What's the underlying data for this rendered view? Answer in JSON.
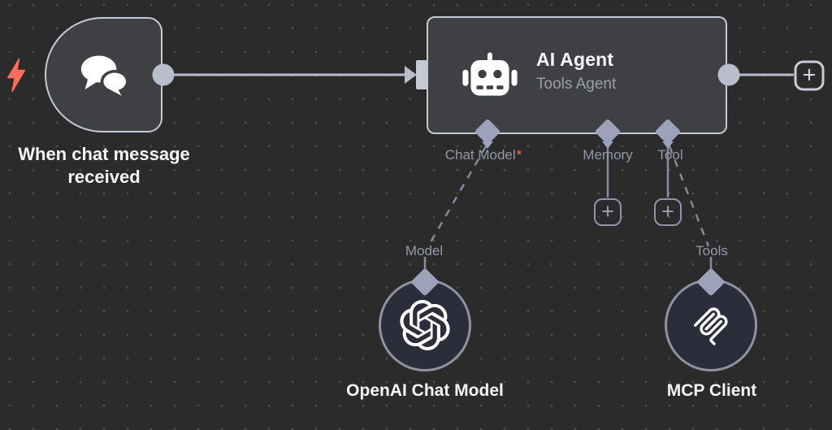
{
  "app": "workflow-canvas",
  "colors": {
    "background": "#2b2b2c",
    "grid_dot": "#4e4e4e",
    "node_fill": "#3f4043",
    "node_border": "#c3c9d5",
    "link": "#b9bfca",
    "sub_link": "#848aa0",
    "connector": "#9ca2ba",
    "connector_label": "#9298a8",
    "node_text": "#f3f4f6",
    "subtitle_text": "#9aa0aa",
    "circle_node_fill": "#2c2d3a",
    "accent_red": "#ff6d5a"
  },
  "ui": {
    "plus": "+"
  },
  "nodes": {
    "chat_trigger": {
      "label": "When chat message received",
      "icon": "chat-bubbles"
    },
    "ai_agent": {
      "title": "AI Agent",
      "subtitle": "Tools Agent",
      "icon": "robot",
      "inputs": [
        {
          "label": "Chat Model",
          "required_marker": "*"
        },
        {
          "label": "Memory"
        },
        {
          "label": "Tool"
        }
      ]
    },
    "openai_chat_model": {
      "label": "OpenAI Chat Model",
      "connector_label": "Model",
      "icon": "openai-logo"
    },
    "mcp_client": {
      "label": "MCP Client",
      "connector_label": "Tools",
      "icon": "mcp-logo"
    }
  }
}
